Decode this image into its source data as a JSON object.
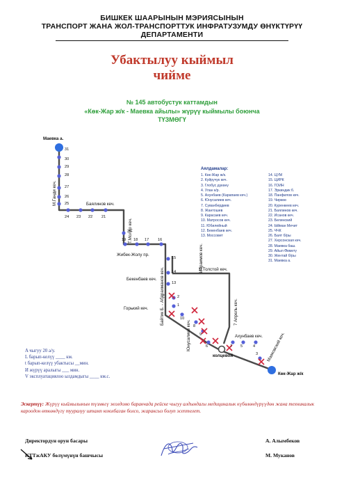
{
  "header": {
    "line1": "БИШКЕК ШААРЫНЫН МЭРИЯСЫНЫН",
    "line2": "ТРАНСПОРТ ЖАНА ЖОЛ-ТРАНСПОРТТУК ИНФРАТУЗУМДУ ӨНҮКТҮРҮҮ",
    "line3": "ДЕПАРТАМЕНТИ"
  },
  "title": {
    "line1": "Убактылуу кыймыл",
    "line2": "чийме"
  },
  "subtitle": {
    "line1": "№  145 автобустук каттамдын",
    "line2": "«Көк-Жар ж/к - Маевка айылы» жүрүү кыймылы боюнча",
    "line3": "ТҮЗМӨГҮ"
  },
  "stops": {
    "heading": "Аялдамалар:",
    "col1": [
      "1. Көк-Жар ж/к.",
      "2. Куйручук кеч.",
      "3. Глобус дүкөнү",
      "4. Улан к/р.",
      "5. Ахунбаев (Карапаев кеч.)",
      "6. Юнусалиев кеч.",
      "7. Суванбердиев",
      "8. Жантошев",
      "9. Карасаев кеч.",
      "10. Матросов кеч.",
      "11. Юбилейный",
      "12. Бекенбаев кеч.",
      "13. Моссовет"
    ],
    "col2": [
      "14. ЦУМ",
      "15. ЦИРК",
      "16. ГОИН",
      "17. Эркиндик б.",
      "18. Панфилов кеч.",
      "19. Чиркөө",
      "20. Куренкеев кеч.",
      "21. Баялинов кеч.",
      "22. Исанов кеч.",
      "23. Белинский",
      "24. Ыйман Мечит",
      "25. ЧЧК",
      "26. Баят б/ры",
      "27. Херсонская кеч.",
      "28. Маевка баш.",
      "29. Айыл Өкмөтү",
      "30. Жентай б/ры",
      "31. Маевка а."
    ]
  },
  "map": {
    "end_north": "Маевка а.",
    "end_south": "Көк-Жар ж/к",
    "streets": {
      "gandhi": "М.Ганди кеч.",
      "bayalinov": "Баялинов кеч.",
      "moldo": "Т.Молдо кеч.",
      "zhibek": "Жибек-Жолу пр.",
      "ibraimov": "Ибраимов кеч.",
      "bekenbaev": "Бекенбаев кеч.",
      "abdrahmanov": "Байтик Б. - Абдрахманов кеч.",
      "tolstoy": "Л.Толстой кеч.",
      "april7": "7 Апрель кеч.",
      "gorky": "Горький кеч.",
      "yunusaliev": "Юнусалиев кеч.",
      "akhunbaev": "Ахунбаев кеч.",
      "mayakovsky": "Маяковский кеч.",
      "kolaybovoy": "колцевой"
    },
    "stop_numbers": {
      "gandhi": [
        "31",
        "30",
        "29",
        "28",
        "27",
        "26",
        "25"
      ],
      "bayalinov": [
        "24",
        "23",
        "22",
        "21"
      ],
      "moldo": [
        "20"
      ],
      "zhibek": [
        "19",
        "18",
        "17",
        "16"
      ],
      "ibraimov": [
        "15",
        "14",
        "13"
      ],
      "south": [
        "2",
        "1",
        "10",
        "8",
        "9",
        "6",
        "7",
        "5",
        "4",
        "3"
      ]
    },
    "colors": {
      "route": "#4a4a4a",
      "stop": "#5560d8",
      "cross": "#d0263c",
      "terminal": "#2f6fe0"
    }
  },
  "params": {
    "line1": "A чыгуу   20 а/у.",
    "line2": "L барып-келүү  ____ км.",
    "line3": "t барып-келүү убактысы   __мин.",
    "line4": "И жүрүү аралыгы ___    мин.",
    "line5": "V эксплуатациялоо ылдамдыгы ____ км.с."
  },
  "note": {
    "label": "Эскертүү:",
    "text": "Жүрүү кыймылынын түзмөгү жолдомо баракчада рейске чыгуу алдындагы медициналык күбөлөндүрүүдөн жана техникалык кароодон өткөндүгү тууралуу штамп коюлбаган болсо, жараксыз болуп эсептелет."
  },
  "signatures": {
    "left1": "Директордун орун басары",
    "left2": "КТТжАКУ  бөлүмүнүн башчысы",
    "right1": "А. Алымбеков",
    "right2": "М. Муканов"
  }
}
